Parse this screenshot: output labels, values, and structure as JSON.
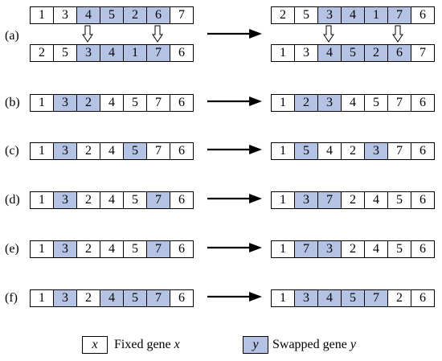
{
  "rows": [
    {
      "label": "(a)",
      "left_sequences": [
        {
          "values": [
            "1",
            "3",
            "4",
            "5",
            "2",
            "6",
            "7"
          ],
          "swapped": [
            false,
            false,
            true,
            true,
            true,
            true,
            false
          ]
        },
        {
          "values": [
            "2",
            "5",
            "3",
            "4",
            "1",
            "7",
            "6"
          ],
          "swapped": [
            false,
            false,
            true,
            true,
            true,
            true,
            false
          ]
        }
      ],
      "right_sequences": [
        {
          "values": [
            "2",
            "5",
            "3",
            "4",
            "1",
            "7",
            "6"
          ],
          "swapped": [
            false,
            false,
            true,
            true,
            true,
            true,
            false
          ]
        },
        {
          "values": [
            "1",
            "3",
            "4",
            "5",
            "2",
            "6",
            "7"
          ],
          "swapped": [
            false,
            false,
            true,
            true,
            true,
            true,
            false
          ]
        }
      ]
    },
    {
      "label": "(b)",
      "left_sequences": [
        {
          "values": [
            "1",
            "3",
            "2",
            "4",
            "5",
            "7",
            "6"
          ],
          "swapped": [
            false,
            true,
            true,
            false,
            false,
            false,
            false
          ]
        }
      ],
      "right_sequences": [
        {
          "values": [
            "1",
            "2",
            "3",
            "4",
            "5",
            "7",
            "6"
          ],
          "swapped": [
            false,
            true,
            true,
            false,
            false,
            false,
            false
          ]
        }
      ]
    },
    {
      "label": "(c)",
      "left_sequences": [
        {
          "values": [
            "1",
            "3",
            "2",
            "4",
            "5",
            "7",
            "6"
          ],
          "swapped": [
            false,
            true,
            false,
            false,
            true,
            false,
            false
          ]
        }
      ],
      "right_sequences": [
        {
          "values": [
            "1",
            "5",
            "4",
            "2",
            "3",
            "7",
            "6"
          ],
          "swapped": [
            false,
            true,
            false,
            false,
            true,
            false,
            false
          ]
        }
      ]
    },
    {
      "label": "(d)",
      "left_sequences": [
        {
          "values": [
            "1",
            "3",
            "2",
            "4",
            "5",
            "7",
            "6"
          ],
          "swapped": [
            false,
            true,
            false,
            false,
            false,
            true,
            false
          ]
        }
      ],
      "right_sequences": [
        {
          "values": [
            "1",
            "3",
            "7",
            "2",
            "4",
            "5",
            "6"
          ],
          "swapped": [
            false,
            true,
            true,
            false,
            false,
            false,
            false
          ]
        }
      ]
    },
    {
      "label": "(e)",
      "left_sequences": [
        {
          "values": [
            "1",
            "3",
            "2",
            "4",
            "5",
            "7",
            "6"
          ],
          "swapped": [
            false,
            true,
            false,
            false,
            false,
            true,
            false
          ]
        }
      ],
      "right_sequences": [
        {
          "values": [
            "1",
            "7",
            "3",
            "2",
            "4",
            "5",
            "6"
          ],
          "swapped": [
            false,
            true,
            true,
            false,
            false,
            false,
            false
          ]
        }
      ]
    },
    {
      "label": "(f)",
      "left_sequences": [
        {
          "values": [
            "1",
            "3",
            "2",
            "4",
            "5",
            "7",
            "6"
          ],
          "swapped": [
            false,
            true,
            false,
            true,
            true,
            true,
            false
          ]
        }
      ],
      "right_sequences": [
        {
          "values": [
            "1",
            "3",
            "4",
            "5",
            "7",
            "2",
            "6"
          ],
          "swapped": [
            false,
            true,
            true,
            true,
            true,
            false,
            false
          ]
        }
      ]
    }
  ],
  "legend": {
    "fixed": {
      "symbol": "x",
      "label": "Fixed gene ",
      "var": "x"
    },
    "swapped": {
      "symbol": "y",
      "label": "Swapped gene ",
      "var": "y"
    }
  },
  "colors": {
    "swapped_fill": "#b4c2e3",
    "fixed_fill": "#ffffff",
    "stroke": "#000000"
  },
  "icons": [
    "right-arrow-icon",
    "down-arrow-icon"
  ]
}
